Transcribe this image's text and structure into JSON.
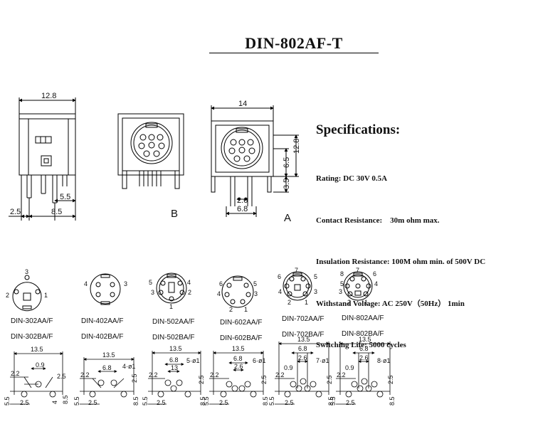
{
  "title": "DIN-802AF-T",
  "specs": {
    "heading": "Specifications:",
    "items": [
      "Rating: DC 30V 0.5A",
      "Contact Resistance:    30m ohm max.",
      "Insulation Resistance: 100M ohm min. of 500V DC",
      "Withstand Voltage: AC 250V（50Hz） 1min",
      "Switching Life: 5000 cycles"
    ]
  },
  "views": {
    "side": {
      "w": "12.8",
      "d1": "5.5",
      "d2": "2.5",
      "d3": "8.5"
    },
    "b": {
      "label": "B"
    },
    "a": {
      "label": "A",
      "w": "14",
      "h": "12.8",
      "h2": "6.5",
      "h3": "3.5",
      "p1": "2.6",
      "p2": "6.8"
    }
  },
  "variants": [
    {
      "aa": "DIN-302AA/F",
      "ba": "DIN-302BA/F",
      "pins": [
        "3",
        "2",
        "1"
      ],
      "d": [
        "13.5",
        "0.9",
        "2.2",
        "2.5",
        "5.5",
        "4",
        "8.5",
        "2.5"
      ]
    },
    {
      "aa": "DIN-402AA/F",
      "ba": "DIN-402BA/F",
      "pins": [
        "4",
        "3"
      ],
      "d": [
        "13.5",
        "6.8",
        "2.2",
        "4·ø1",
        "2.5",
        "5.5",
        "8.5",
        "2.5"
      ]
    },
    {
      "aa": "DIN-502AA/F",
      "ba": "DIN-502BA/F",
      "pins": [
        "5",
        "4",
        "3",
        "2",
        "1"
      ],
      "d": [
        "13.5",
        "6.8",
        "13",
        "2.2",
        "5·ø1",
        "2.5",
        "5.5",
        "8.5",
        "2.5"
      ]
    },
    {
      "aa": "DIN-602AA/F",
      "ba": "DIN-602BA/F",
      "pins": [
        "6",
        "5",
        "4",
        "3",
        "2",
        "1"
      ],
      "d": [
        "13.5",
        "6.8",
        "2.6",
        "2.2",
        "6·ø1",
        "2.5",
        "5.5",
        "8.5",
        "2.5"
      ]
    },
    {
      "aa": "DIN-702AA/F",
      "ba": "DIN-702BA/F",
      "pins": [
        "7",
        "6",
        "5",
        "4",
        "3",
        "2",
        "1"
      ],
      "d": [
        "13.5",
        "6.8",
        "2.6",
        "0.9",
        "2.2",
        "7·ø1",
        "2.5",
        "5.5",
        "8.5",
        "2.5"
      ]
    },
    {
      "aa": "DIN-802AA/F",
      "ba": "DIN-802BA/F",
      "pins": [
        "8",
        "7",
        "6",
        "5",
        "4",
        "3",
        "2",
        "1"
      ],
      "d": [
        "13.5",
        "6.8",
        "2.6",
        "0.9",
        "2.2",
        "8·ø1",
        "2.5",
        "5.5",
        "8.5",
        "2.5"
      ]
    }
  ]
}
